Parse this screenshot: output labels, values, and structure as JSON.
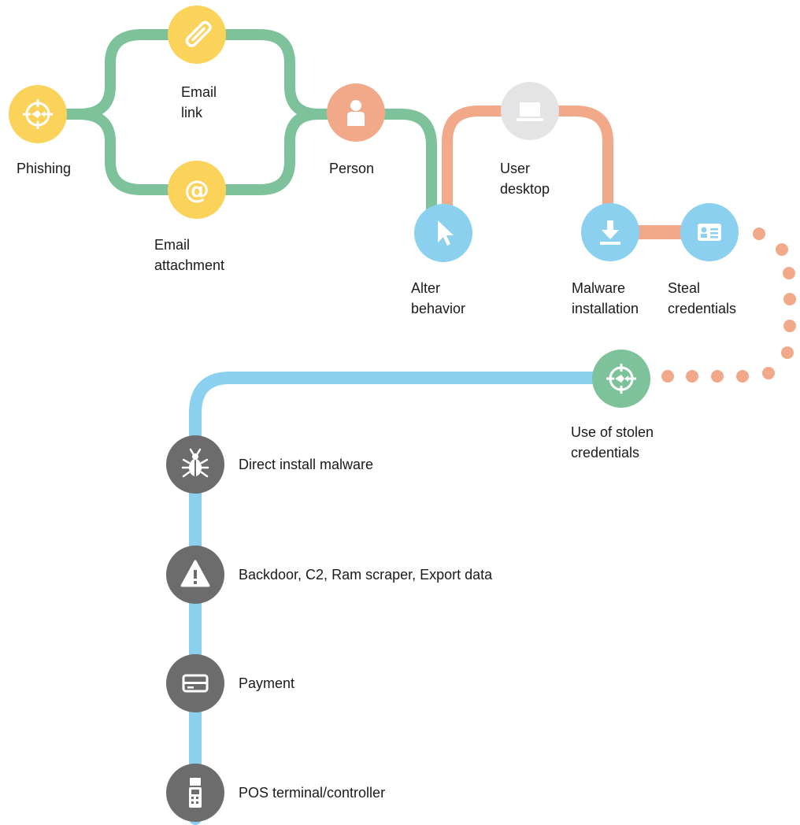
{
  "diagram": {
    "colors": {
      "green": "#7dc29a",
      "salmon": "#f2a98a",
      "blue": "#8cd0f0",
      "yellow": "#fbd25a",
      "grey": "#6c6c6c",
      "light_grey": "#e4e4e4"
    },
    "nodes": {
      "phishing": {
        "label": [
          "Phishing"
        ],
        "icon": "crosshair-icon"
      },
      "email_link": {
        "label": [
          "Email",
          "link"
        ],
        "icon": "paperclip-icon"
      },
      "email_attachment": {
        "label": [
          "Email",
          "attachment"
        ],
        "icon": "at-sign-icon"
      },
      "person": {
        "label": [
          "Person"
        ],
        "icon": "person-icon"
      },
      "alter_behavior": {
        "label": [
          "Alter",
          "behavior"
        ],
        "icon": "cursor-icon"
      },
      "user_desktop": {
        "label": [
          "User",
          "desktop"
        ],
        "icon": "laptop-icon"
      },
      "malware_installation": {
        "label": [
          "Malware",
          "installation"
        ],
        "icon": "download-icon"
      },
      "steal_credentials": {
        "label": [
          "Steal",
          "credentials"
        ],
        "icon": "id-card-icon"
      },
      "use_of_stolen_credentials": {
        "label": [
          "Use of stolen",
          "credentials"
        ],
        "icon": "crosshair-icon"
      },
      "direct_install_malware": {
        "label": [
          "Direct install malware"
        ],
        "icon": "bug-icon"
      },
      "backdoor": {
        "label": [
          "Backdoor, C2, Ram scraper, Export data"
        ],
        "icon": "warning-icon"
      },
      "payment": {
        "label": [
          "Payment"
        ],
        "icon": "credit-card-icon"
      },
      "pos_terminal": {
        "label": [
          "POS terminal/controller"
        ],
        "icon": "pos-terminal-icon"
      }
    }
  }
}
